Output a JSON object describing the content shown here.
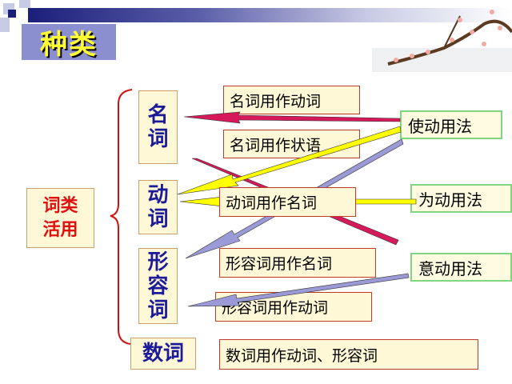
{
  "title": "种类",
  "root": "词类活用",
  "categories": [
    {
      "label": "名词"
    },
    {
      "label": "动词"
    },
    {
      "label": "形容词"
    },
    {
      "label": "数词"
    }
  ],
  "usages": [
    "名词用作动词",
    "名词用作状语",
    "动词用作名词",
    "形容词用作名词",
    "形容词用作动词",
    "数词用作动词、形容词"
  ],
  "special_usages": [
    "使动用法",
    "为动用法",
    "意动用法"
  ],
  "colors": {
    "arrow_crimson": "#d6195a",
    "arrow_yellow": "#ffff00",
    "arrow_lavender": "#9a9ad6",
    "bracket": "#d01010"
  }
}
